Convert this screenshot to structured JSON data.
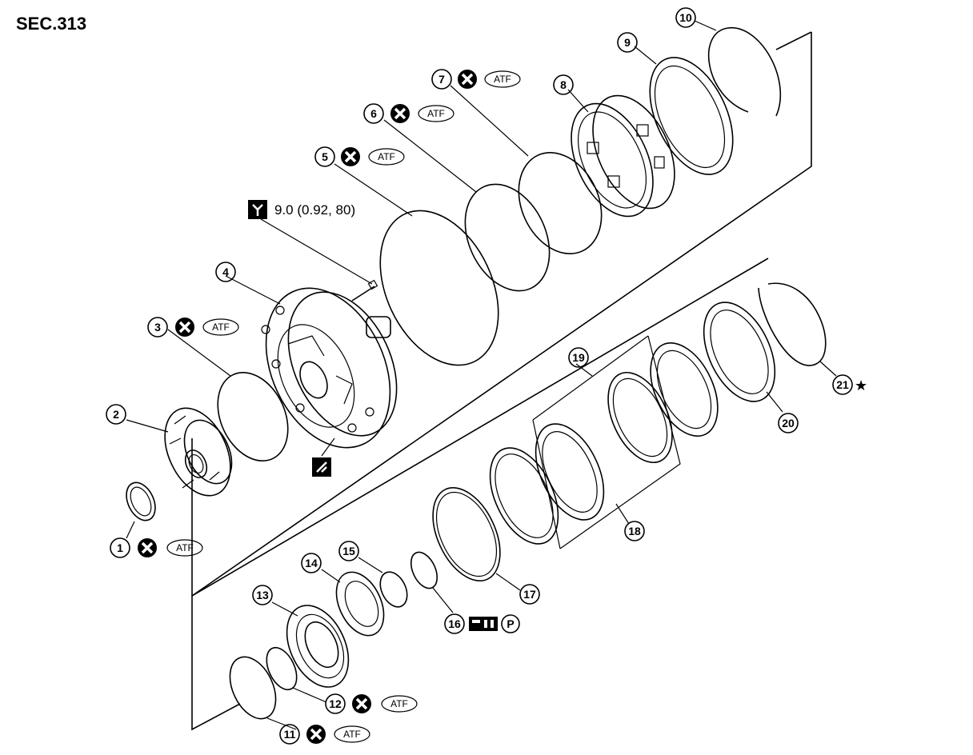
{
  "section_label": "SEC.313",
  "torque_spec": "9.0 (0.92, 80)",
  "atf_label": "ATF",
  "p_label": "P",
  "star_symbol": "★",
  "callouts": [
    "1",
    "2",
    "3",
    "4",
    "5",
    "6",
    "7",
    "8",
    "9",
    "10",
    "11",
    "12",
    "13",
    "14",
    "15",
    "16",
    "17",
    "18",
    "19",
    "20",
    "21"
  ]
}
